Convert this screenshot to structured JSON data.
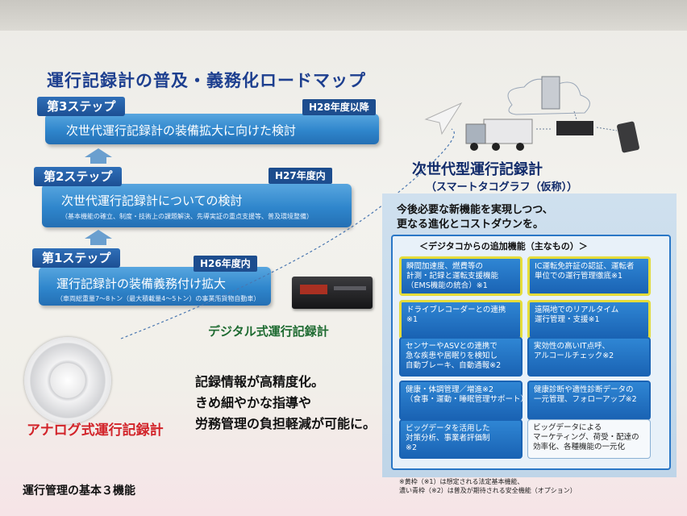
{
  "title": "運行記録計の普及・義務化ロードマップ",
  "steps": [
    {
      "tab": "第3ステップ",
      "year": "H28年度以降",
      "main": "次世代運行記録計の装備拡大に向けた検討",
      "sub": ""
    },
    {
      "tab": "第2ステップ",
      "year": "H27年度内",
      "main": "次世代運行記録計についての検討",
      "sub": "（基本機能の確立、制度・技術上の課題解決、先導実証の重点支援等、普及環境整備）"
    },
    {
      "tab": "第1ステップ",
      "year": "H26年度内",
      "main": "運行記録計の装備義務付け拡大",
      "sub": "（車両総重量7～8トン（最大積載量4～5トン）の事業用貨物自動車）"
    }
  ],
  "analog_label": "アナログ式運行記録計",
  "digital_label": "デジタル式運行記録計",
  "record_text": [
    "記録情報が高精度化。",
    "きめ細やかな指導や",
    "労務管理の負担軽減が可能に。"
  ],
  "nextgen": {
    "title": "次世代型運行記録計",
    "subtitle": "（スマートタコグラフ（仮称））"
  },
  "panel": {
    "lead": [
      "今後必要な新機能を実現しつつ、",
      "更なる進化とコストダウンを。"
    ],
    "header": "＜デジタコからの追加機能（主なもの）＞",
    "functions": [
      {
        "lines": [
          "瞬間加速度、燃費等の",
          "計測・記録と運転支援機能",
          "（EMS機能の統合）※1"
        ],
        "style": "yel"
      },
      {
        "lines": [
          "IC運転免許証の認証、運転者",
          "単位での運行管理徹底※1"
        ],
        "style": "yel"
      },
      {
        "lines": [
          "ドライブレコーダーとの連携",
          "※1"
        ],
        "style": "yel"
      },
      {
        "lines": [
          "遠隔地でのリアルタイム",
          "運行管理・支援※1"
        ],
        "style": "yel"
      },
      {
        "lines": [
          "センサーやASVとの連携で",
          "急な疾患や居眠りを検知し",
          "自動ブレーキ、自動通報※2"
        ],
        "style": "plain"
      },
      {
        "lines": [
          "実効性の高いIT点呼、",
          "アルコールチェック※2"
        ],
        "style": "plain"
      },
      {
        "lines": [
          "健康・体調管理／増進※2",
          "（食事・運動・睡眠管理サポート）"
        ],
        "style": "plain"
      },
      {
        "lines": [
          "健康診断や適性診断データの",
          "一元管理、フォローアップ※2"
        ],
        "style": "plain"
      },
      {
        "lines": [
          "ビッグデータを活用した",
          "対策分析、事業者評価制",
          "※2"
        ],
        "style": "plain"
      },
      {
        "lines": [
          "ビッグデータによる",
          "マーケティング、荷受・配達の",
          "効率化、各種機能の一元化"
        ],
        "style": "light"
      }
    ],
    "note": [
      "※黄枠（※1）は想定される法定基本機能、",
      "濃い青枠（※2）は普及が期待される安全機能（オプション）"
    ]
  },
  "bottom_title": "運行管理の基本３機能",
  "colors": {
    "step_blue": "#2f86cc",
    "title_blue": "#1d3f8f",
    "analog_red": "#d2242a",
    "digital_green": "#1d6a30",
    "yellow_frame": "#e5dc3a"
  }
}
